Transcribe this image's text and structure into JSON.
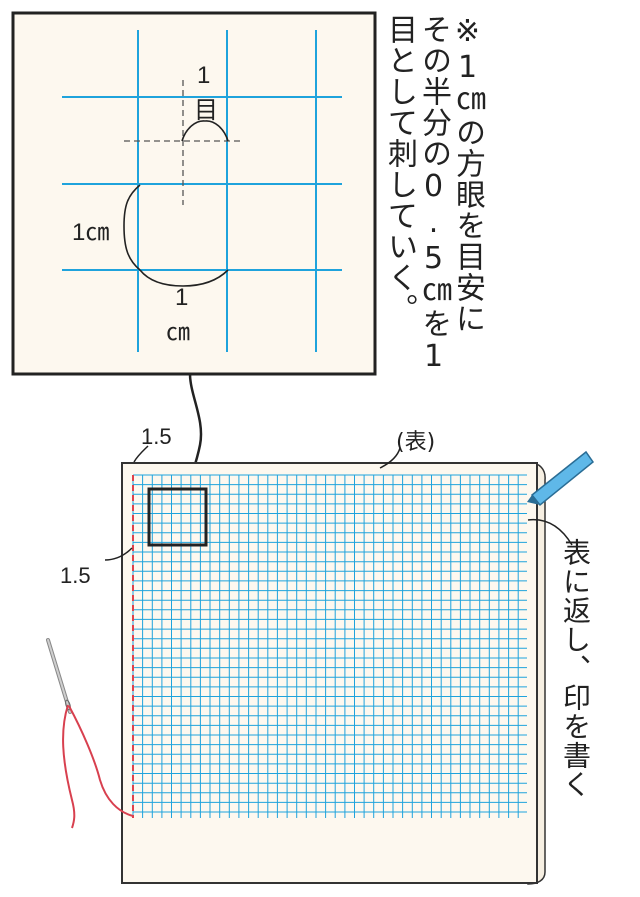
{
  "detail": {
    "label_one": "1",
    "label_me": "目",
    "label_1cm_side": "1㎝",
    "label_bottom_one": "1",
    "label_bottom_cm": "㎝"
  },
  "note": {
    "line1": "※1㎝の方眼を目安に",
    "line2": "その半分の0.5㎝を1",
    "line3": "目として刺していく。"
  },
  "fabric": {
    "omote_label": "(表)",
    "margin_top": "1.5",
    "margin_left": "1.5",
    "side_note": "表に返し、印を書く"
  },
  "colors": {
    "grid": "#1fa3dc",
    "fabric_bg": "#fdf8ef",
    "thread": "#d8404f",
    "pen": "#5fb8e8",
    "dashed_margin": "#e0404a"
  }
}
